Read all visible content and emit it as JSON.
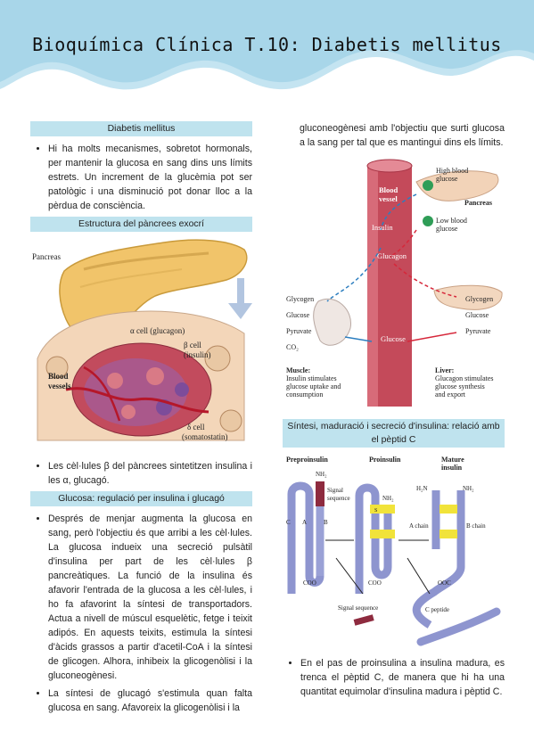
{
  "header": {
    "title": "Bioquímica Clínica T.10: Diabetis mellitus"
  },
  "left": {
    "s1_title": "Diabetis mellitus",
    "s1_bullet": "Hi ha molts mecanismes, sobretot hormonals, per mantenir la glucosa en sang dins uns límits estrets. Un increment de la glucèmia pot ser patològic i una disminució pot donar lloc a la pèrdua de consciència.",
    "s2_title": "Estructura del pàncrees exocrí",
    "fig1": {
      "pancreas": "Pancreas",
      "alpha": "α cell (glucagon)",
      "beta1": "β cell",
      "beta2": "(insulin)",
      "vessels1": "Blood",
      "vessels2": "vessels",
      "delta1": "δ cell",
      "delta2": "(somatostatin)"
    },
    "s2_bullet": "Les cèl·lules β del pàncrees sintetitzen insulina i les α, glucagó.",
    "s3_title": "Glucosa: regulació per insulina i glucagó",
    "s3_bullet1": "Després de menjar augmenta la glucosa en sang, però l'objectiu és que arribi a les cèl·lules. La glucosa indueix una secreció pulsàtil d'insulina per part de les cèl·lules β pancreàtiques. La funció de la insulina és afavorir l'entrada de la glucosa a les cèl·lules, i ho fa afavorint la síntesi de transportadors. Actua a nivell de múscul esquelètic, fetge i teixit adipós. En aquests teixits, estimula la síntesi d'àcids grassos a partir d'acetil-CoA i la síntesi de glicogen. Alhora, inhibeix la glicogenòlisi i la gluconeogènesi.",
    "s3_bullet2": "La síntesi de glucagó s'estimula quan falta glucosa en sang. Afavoreix la glicogenòlisi i la"
  },
  "right": {
    "continuation": "gluconeogènesi amb l'objectiu que surti glucosa a la sang per tal que es mantingui dins els límits.",
    "fig2": {
      "blood1": "Blood",
      "blood2": "vessel",
      "high1": "High blood",
      "high2": "glucose",
      "pancreas": "Pancreas",
      "low1": "Low blood",
      "low2": "glucose",
      "insulin": "Insulin",
      "glucagon": "Glucagon",
      "glycogen_l": "Glycogen",
      "glucose_l": "Glucose",
      "pyruvate_l": "Pyruvate",
      "co2": "CO₂",
      "glucose_c": "Glucose",
      "glycogen_r": "Glycogen",
      "glucose_r": "Glucose",
      "pyruvate_r": "Pyruvate",
      "muscle_t": "Muscle:",
      "muscle1": "Insulin stimulates",
      "muscle2": "glucose uptake and",
      "muscle3": "consumption",
      "liver_t": "Liver:",
      "liver1": "Glucagon stimulates",
      "liver2": "glucose synthesis",
      "liver3": "and export"
    },
    "s4_title": "Síntesi, maduració i secreció d'insulina: relació amb el pèptid C",
    "fig3": {
      "preproinsulin": "Preproinsulin",
      "proinsulin": "Proinsulin",
      "mature1": "Mature",
      "mature2": "insulin",
      "nh2": "NH₂",
      "h2n": "H₂N",
      "signal1": "Signal",
      "signal2": "sequence",
      "c": "C",
      "a": "A",
      "b": "B",
      "coo": "COO",
      "a_chain": "A chain",
      "b_chain": "B chain",
      "ooc": "OOC",
      "signal_seq": "Signal sequence",
      "c_peptide": "C peptide",
      "s": "S"
    },
    "s4_bullet": "En el pas de proinsulina a insulina madura, es trenca el pèptid C, de manera que hi ha una quantitat equimolar d'insulina madura i pèptid C."
  }
}
